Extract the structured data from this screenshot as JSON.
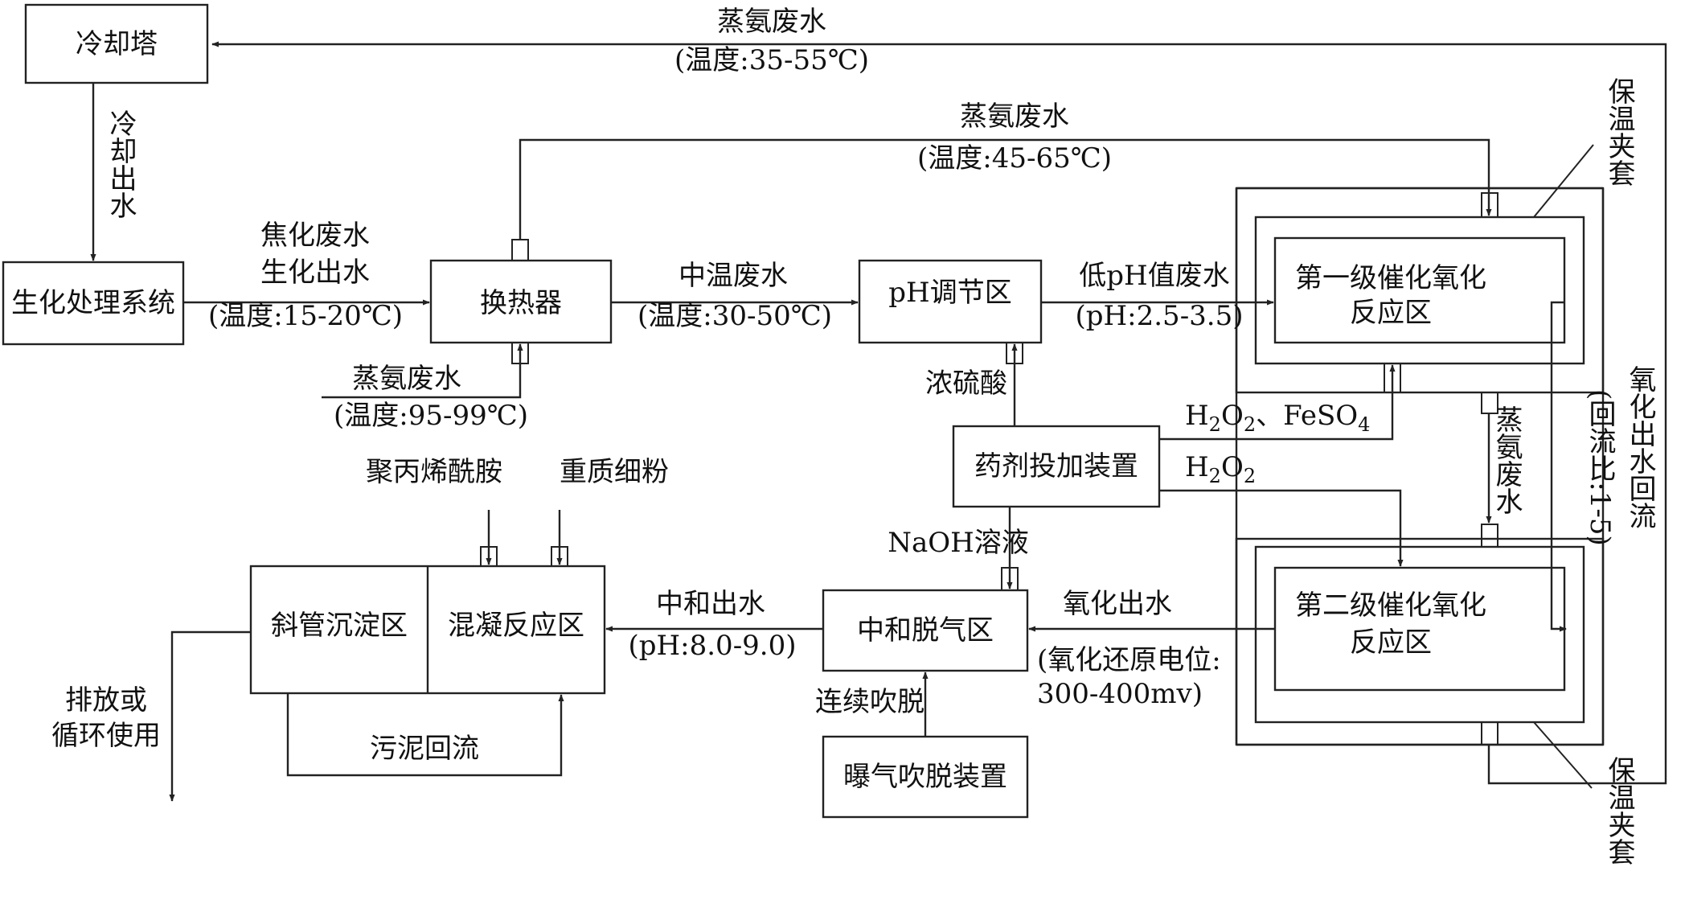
{
  "boxes": {
    "cooling_tower": "冷却塔",
    "bio_system": "生化处理系统",
    "heat_exchanger": "换热器",
    "ph_zone": "pH调节区",
    "stage1_line1": "第一级催化氧化",
    "stage1_line2": "反应区",
    "stage2_line1": "第二级催化氧化",
    "stage2_line2": "反应区",
    "dosing": "药剂投加装置",
    "neutral": "中和脱气区",
    "aeration": "曝气吹脱装置",
    "settling": "斜管沉淀区",
    "coag": "混凝反应区"
  },
  "labels": {
    "ammonia_top": "蒸氨废水",
    "ammonia_top_temp": "(温度:35-55℃)",
    "ammonia_mid": "蒸氨废水",
    "ammonia_mid_temp": "(温度:45-65℃)",
    "ammonia_in": "蒸氨废水",
    "ammonia_in_temp": "(温度:95-99℃)",
    "cool_out": "冷却出水",
    "coking_line1": "焦化废水",
    "coking_line2": "生化出水",
    "coking_temp": "(温度:15-20℃)",
    "mid_temp_water": "中温废水",
    "mid_temp_range": "(温度:30-50℃)",
    "low_ph_water": "低pH值废水",
    "low_ph_range": "(pH:2.5-3.5)",
    "h2so4": "浓硫酸",
    "h2o2": "H",
    "o2": "O",
    "two": "2",
    "fe_sep": "、FeSO",
    "four": "4",
    "naoh": "NaOH溶液",
    "ammonia_between": "蒸氨废水",
    "insulation_top": "保温夹套",
    "insulation_bottom": "保温夹套",
    "reflux_line1": "氧化出水回流",
    "reflux_line2": "(回流比:1-5)",
    "oxid_out": "氧化出水",
    "orp_line1": "(氧化还原电位:",
    "orp_line2": "300-400mv)",
    "neutral_out": "中和出水",
    "neutral_ph": "(pH:8.0-9.0)",
    "continuous_strip": "连续吹脱",
    "pam": "聚丙烯酰胺",
    "heavy_powder": "重质细粉",
    "sludge": "污泥回流",
    "discharge_line1": "排放或",
    "discharge_line2": "循环使用"
  },
  "colors": {
    "stroke": "#222222",
    "text": "#111111",
    "background": "#ffffff"
  }
}
